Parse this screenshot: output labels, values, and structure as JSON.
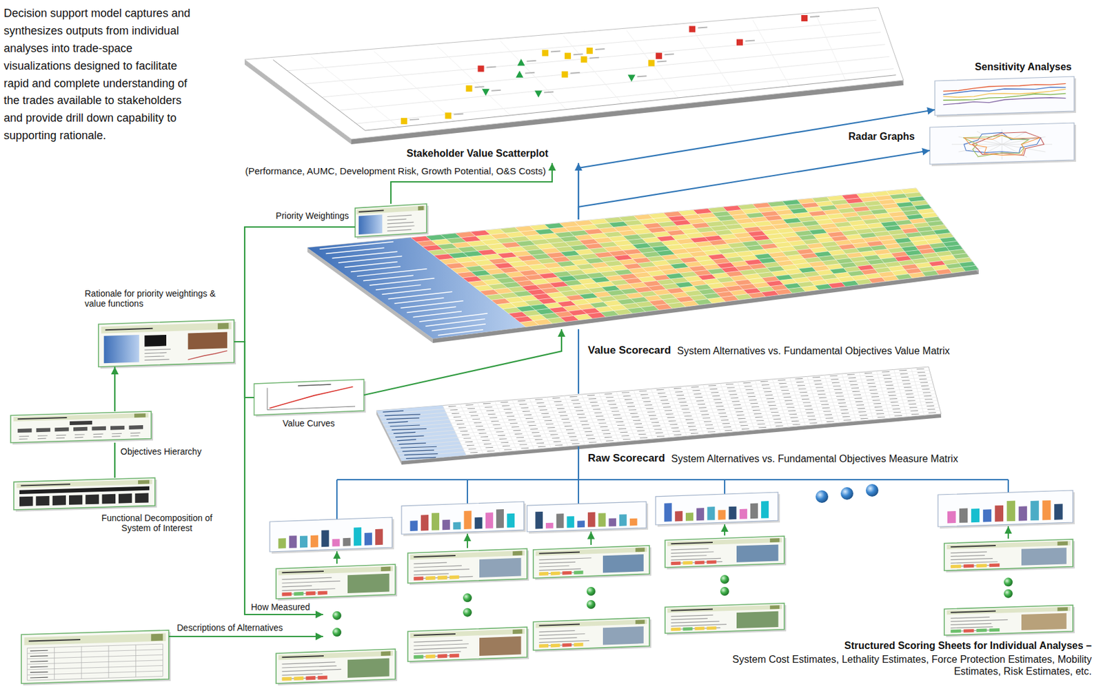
{
  "diagram": {
    "nodes": [
      {
        "text": [
          "Stakeholder Value Scatterplot"
        ]
      },
      {
        "text": [
          "Sensitivity Analyses"
        ]
      },
      {
        "text": [
          "Radar Graphs"
        ]
      },
      {
        "text": [
          "Priority Weightings"
        ]
      },
      {
        "text": [
          "Rationale for priority weightings & value functions"
        ]
      },
      {
        "text": [
          "Value Scorecard",
          "System Alternatives vs. Fundamental Objectives Value Matrix"
        ]
      },
      {
        "text": [
          "Value Curves"
        ]
      },
      {
        "text": [
          "Raw Scorecard",
          "System Alternatives vs. Fundamental Objectives Measure Matrix"
        ]
      },
      {
        "text": [
          "Objectives Hierarchy"
        ]
      },
      {
        "text": [
          "Functional Decomposition of System of Interest"
        ]
      },
      {
        "text": [
          "Descriptions of Alternatives"
        ]
      },
      {
        "text": [
          "Structured Scoring Sheets for Individual Analyses –",
          "System Cost Estimates, Lethality Estimates, Force Protection Estimates, Mobility Estimates, Risk Estimates, etc."
        ]
      }
    ],
    "edges": [
      {
        "from": 5,
        "to": 0,
        "arrow": "to"
      },
      {
        "from": 5,
        "to": 1,
        "arrow": "to"
      },
      {
        "from": 5,
        "to": 2,
        "arrow": "to"
      },
      {
        "from": 3,
        "to": 0,
        "label": "(Performance, AUMC, Development Risk, Growth Potential, O&S Costs)",
        "arrow": "to"
      },
      {
        "from": 4,
        "to": 3,
        "arrow": "none"
      },
      {
        "from": 4,
        "to": 6,
        "arrow": "none"
      },
      {
        "from": 6,
        "to": 5,
        "arrow": "to"
      },
      {
        "from": 7,
        "to": 5,
        "arrow": "none"
      },
      {
        "from": 11,
        "to": 7,
        "arrow": "none"
      },
      {
        "from": 9,
        "to": 8,
        "arrow": "none"
      },
      {
        "from": 8,
        "to": 4,
        "arrow": "to"
      },
      {
        "from": 4,
        "to": 11,
        "label": "How Measured",
        "arrow": "to"
      },
      {
        "from": 10,
        "to": 11,
        "arrow": "to"
      }
    ],
    "labels": [
      "Decision support model captures and synthesizes outputs from individual analyses into trade-space visualizations designed to facilitate rapid and complete understanding of the trades available to stakeholders and provide drill down capability to supporting rationale."
    ]
  }
}
